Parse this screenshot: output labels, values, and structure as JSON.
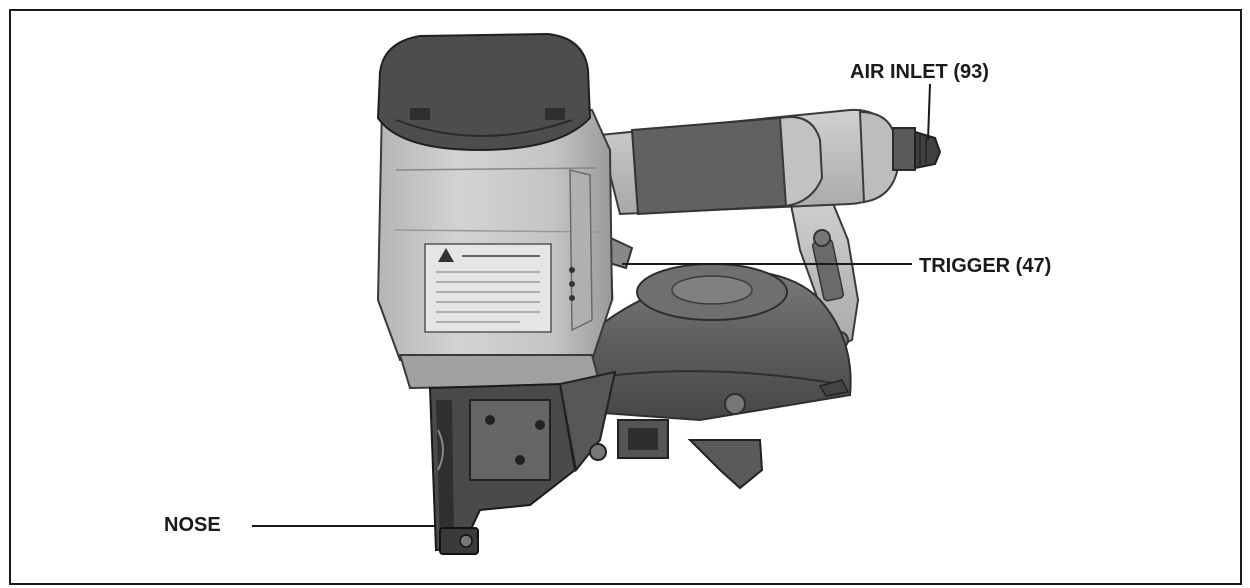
{
  "figure": {
    "labels": {
      "air_inlet": "AIR INLET (93)",
      "trigger": "TRIGGER (47)",
      "nose": "NOSE"
    },
    "colors": {
      "ink": "#1a1a1a",
      "body_light": "#c9c9c9",
      "body_mid": "#a6a6a6",
      "body_dark": "#5a5a5a",
      "cap_dark": "#4a4a4a",
      "grip": "#666666"
    }
  }
}
